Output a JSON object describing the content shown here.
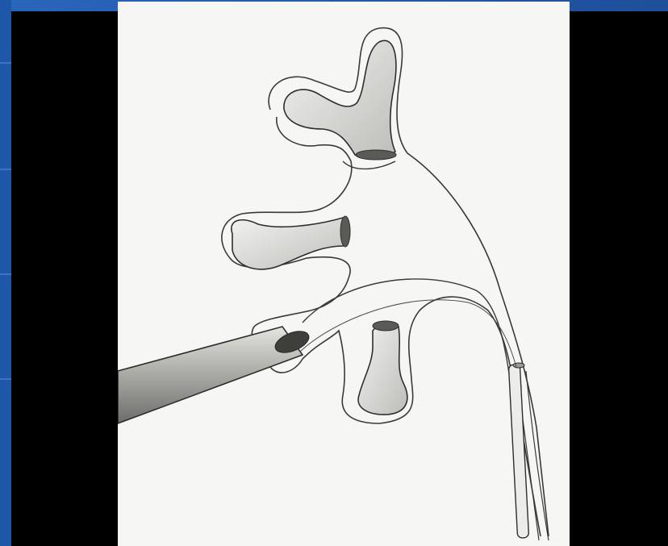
{
  "slide": {
    "background_color": "#1d4f9a",
    "accent_color": "#2f6fc7",
    "frame_color": "#000000",
    "panel_color": "#f6f7f4"
  },
  "illustration": {
    "icon": "kidney-collecting-system-with-catheter-icon",
    "parts": [
      "upper-calyx",
      "middle-calyx",
      "lower-calyx",
      "renal-pelvis",
      "ureter",
      "nephroscope-sheath",
      "ureteral-catheter"
    ]
  }
}
